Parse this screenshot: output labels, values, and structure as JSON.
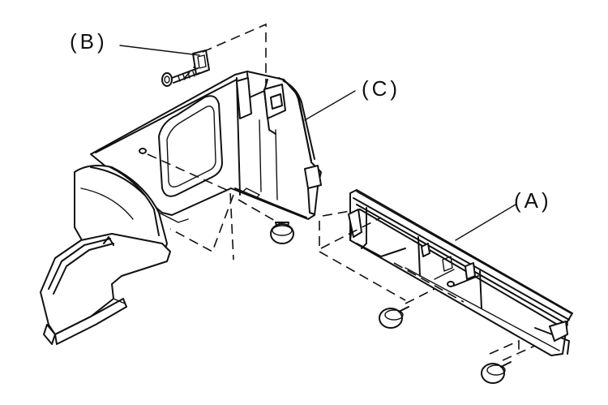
{
  "labels": {
    "a": "(A)",
    "b": "(B)",
    "c": "(C)"
  }
}
